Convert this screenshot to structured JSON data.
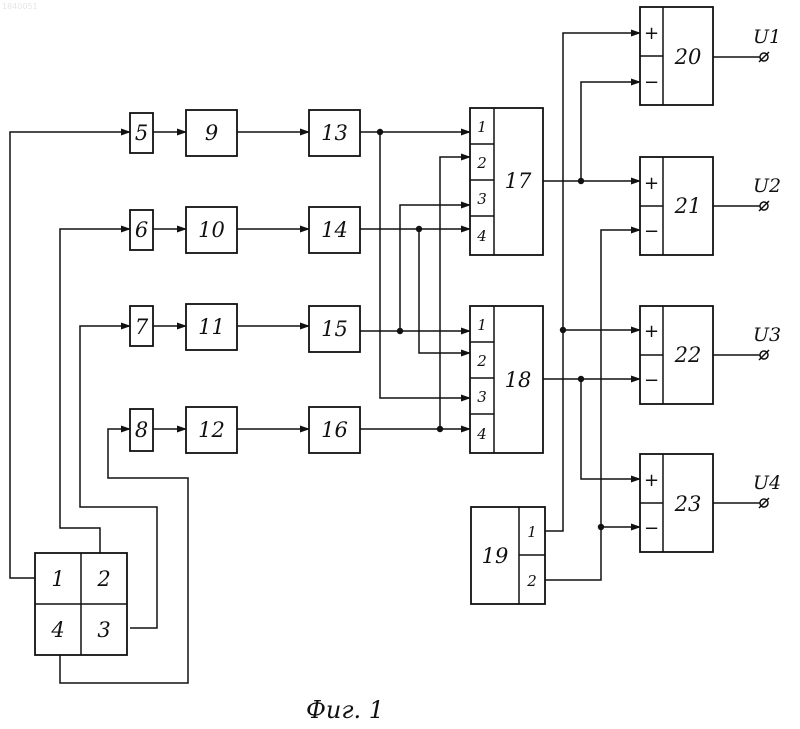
{
  "watermark": "1840051",
  "caption": "Фиг. 1",
  "blocks": {
    "b5": "5",
    "b6": "6",
    "b7": "7",
    "b8": "8",
    "b9": "9",
    "b10": "10",
    "b11": "11",
    "b12": "12",
    "b13": "13",
    "b14": "14",
    "b15": "15",
    "b16": "16",
    "b17": "17",
    "b18": "18",
    "b19": "19",
    "b20": "20",
    "b21": "21",
    "b22": "22",
    "b23": "23"
  },
  "source_quadrants": [
    "1",
    "2",
    "4",
    "3"
  ],
  "mux_inputs": [
    "1",
    "2",
    "3",
    "4"
  ],
  "gen_outputs": [
    "1",
    "2"
  ],
  "signs": {
    "plus": "+",
    "minus": "−"
  },
  "outputs": [
    "U1",
    "U2",
    "U3",
    "U4"
  ]
}
